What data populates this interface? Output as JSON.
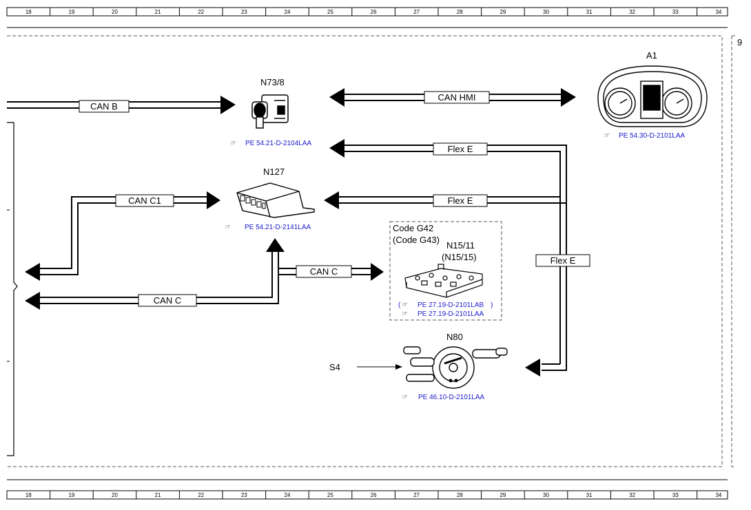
{
  "ruler": {
    "numbers": [
      "18",
      "19",
      "20",
      "21",
      "22",
      "23",
      "24",
      "25",
      "26",
      "27",
      "28",
      "29",
      "30",
      "31",
      "32",
      "33",
      "34"
    ]
  },
  "right_margin_label": "9",
  "components": {
    "n73_8": {
      "name": "N73/8",
      "ref": "PE 54.21-D-2104LAA"
    },
    "n127": {
      "name": "N127",
      "ref": "PE 54.21-D-2141LAA"
    },
    "a1": {
      "name": "A1",
      "ref": "PE 54.30-D-2101LAA"
    },
    "n15_11": {
      "code": "Code G42",
      "code_alt": "(Code G43)",
      "name": "N15/11",
      "name_alt": "(N15/15)",
      "ref_alt": "PE 27.19-D-2101LAB",
      "ref": "PE 27.19-D-2101LAA"
    },
    "n80": {
      "name": "N80",
      "ref": "PE 46.10-D-2101LAA"
    },
    "s4": {
      "name": "S4"
    }
  },
  "buses": {
    "can_b": "CAN B",
    "can_hmi": "CAN HMI",
    "can_c1": "CAN C1",
    "can_c_upper": "CAN C",
    "can_c_lower": "CAN C",
    "flex_e_top": "Flex E",
    "flex_e_mid": "Flex E",
    "flex_e_vertical": "Flex E"
  }
}
